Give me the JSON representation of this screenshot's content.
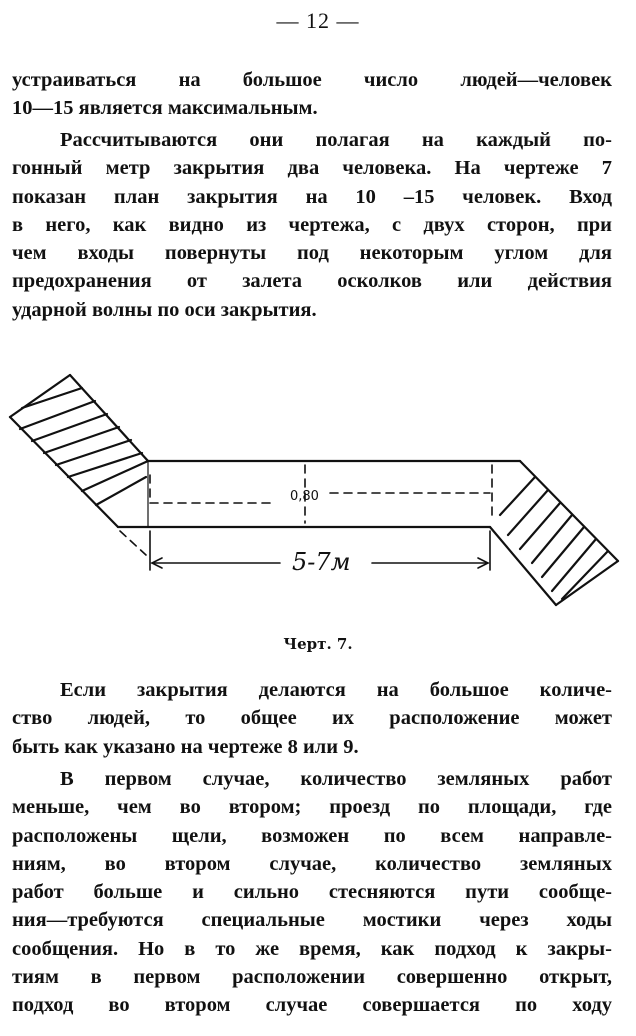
{
  "page_number": "— 12 —",
  "paragraph1": {
    "lines": [
      "устраиваться на большое число людей—человек",
      "10—15 является максимальным."
    ]
  },
  "paragraph2": {
    "lines": [
      "Рассчитываются они полагая на каждый по-",
      "гонный метр закрытия два человека. На чертеже 7",
      "показан план закрытия на 10 –15 человек. Вход",
      "в него, как видно из чертежа, с двух сторон, при",
      "чем входы повернуты под некоторым углом для",
      "предохранения от залета осколков или действия",
      "ударной волны по оси закрытия."
    ]
  },
  "figure": {
    "width_label": "0,80",
    "length_label": "5-7м"
  },
  "caption": "Черт. 7.",
  "paragraph3": {
    "lines": [
      "Если закрытия делаются на большое количе-",
      "ство людей, то общее их расположение может",
      "быть как указано на чертеже 8 или 9."
    ]
  },
  "paragraph4": {
    "lines": [
      "В первом случае, количество земляных работ",
      "меньше, чем во втором; проезд по площади, где",
      "расположены щели, возможен по всем направле-",
      "ниям, во втором случае, количество земляных",
      "работ больше и сильно стесняются пути сообще-",
      "ния—требуются специальные мостики через ходы",
      "сообщения. Но в то же время, как подход к закры-",
      "тиям в первом расположении совершенно открыт,",
      "подход во втором случае совершается по ходу"
    ]
  }
}
